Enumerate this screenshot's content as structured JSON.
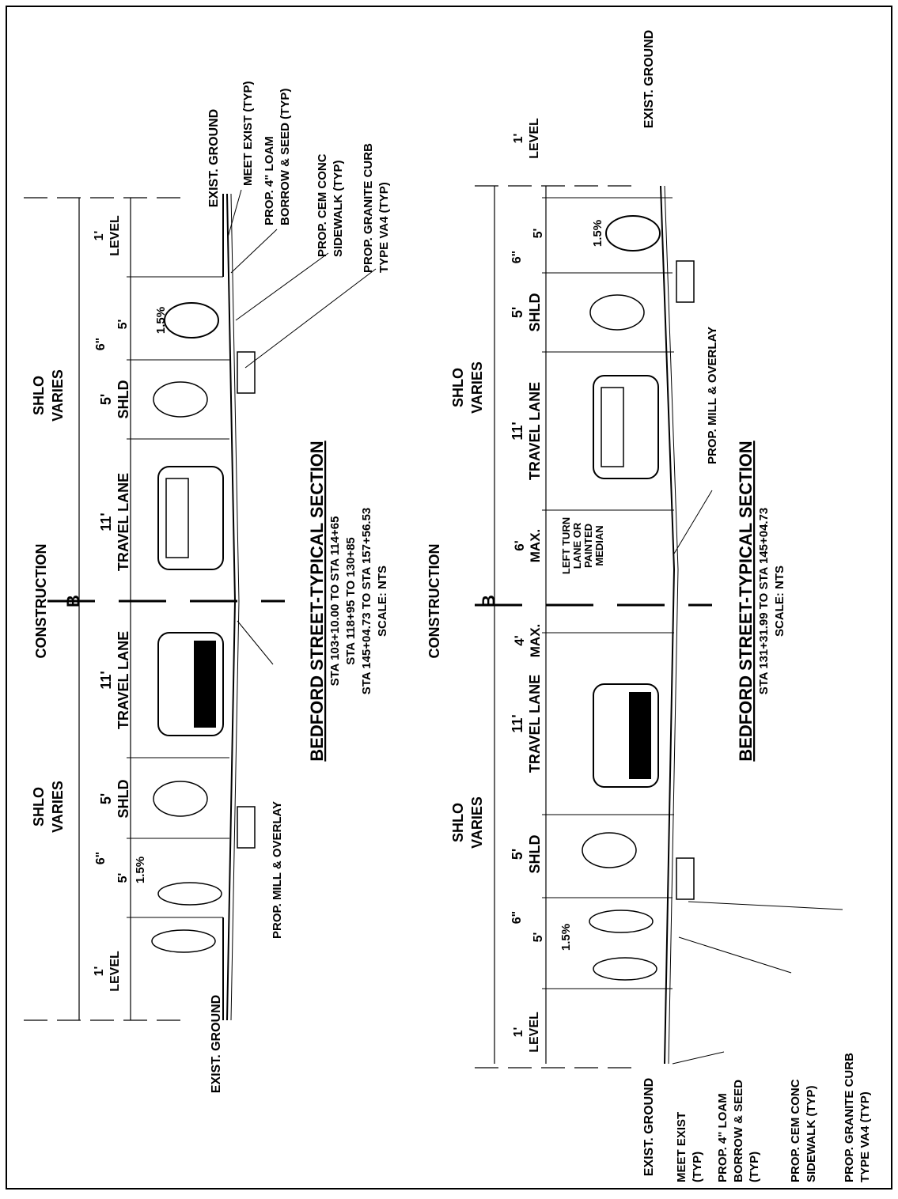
{
  "section_a": {
    "title": "BEDFORD STREET-TYPICAL SECTION",
    "sta_lines": [
      "STA 103+10.00 TO STA 114+65",
      "STA 118+95 TO 130+85",
      "STA 145+04.73 TO STA 157+56.53"
    ],
    "scale": "SCALE: NTS",
    "construction": "CONSTRUCTION",
    "baseline_symbol": "B",
    "labels": {
      "level_top": [
        "1'",
        "LEVEL"
      ],
      "walk_top": "5'",
      "curb_top": "6\"",
      "slope_top": "1.5%",
      "shld_top": [
        "5'",
        "SHLD"
      ],
      "travel_top": [
        "11'",
        "TRAVEL LANE"
      ],
      "travel_bottom": [
        "11'",
        "TRAVEL LANE"
      ],
      "shld_bottom": [
        "5'",
        "SHLD"
      ],
      "curb_bottom": "6\"",
      "walk_bottom": "5'",
      "slope_bottom": "1.5%",
      "level_bottom": [
        "1'",
        "LEVEL"
      ],
      "shlo_top": [
        "SHLO",
        "VARIES"
      ],
      "shlo_bottom": [
        "SHLO",
        "VARIES"
      ]
    },
    "callouts": [
      "MEET EXIST (TYP)",
      "PROP. 4\" LOAM",
      "BORROW & SEED (TYP)",
      "PROP. CEM CONC",
      "SIDEWALK (TYP)",
      "PROP. GRANITE CURB",
      "TYPE VA4 (TYP)",
      "PROP. MILL & OVERLAY"
    ],
    "exist_ground": [
      "EXIST. GROUND",
      "EXIST. GROUND"
    ]
  },
  "section_b": {
    "title": "BEDFORD STREET-TYPICAL SECTION",
    "sta_lines": [
      "STA 131+31.99 TO STA 145+04.73"
    ],
    "scale": "SCALE: NTS",
    "construction": "CONSTRUCTION",
    "baseline_symbol": "B",
    "labels": {
      "level_top": [
        "1'",
        "LEVEL"
      ],
      "walk_top": "5'",
      "curb_top": "6\"",
      "slope_top": "1.5%",
      "shld_top": [
        "5'",
        "SHLD"
      ],
      "travel_top": [
        "11'",
        "TRAVEL LANE"
      ],
      "median": [
        "6'",
        "MAX."
      ],
      "median_text": [
        "LEFT TURN",
        "LANE OR",
        "PAINTED",
        "MEDIAN"
      ],
      "median2": [
        "4'",
        "MAX."
      ],
      "travel_bottom": [
        "11'",
        "TRAVEL LANE"
      ],
      "shld_bottom": [
        "5'",
        "SHLD"
      ],
      "curb_bottom": "6\"",
      "walk_bottom": "5'",
      "slope_bottom": "1.5%",
      "level_bottom": [
        "1'",
        "LEVEL"
      ],
      "shlo_top": [
        "SHLO",
        "VARIES"
      ],
      "shlo_bottom": [
        "SHLO",
        "VARIES"
      ]
    },
    "callouts": [
      "PROP. MILL & OVERLAY",
      "MEET EXIST",
      "(TYP)",
      "PROP. 4\" LOAM",
      "BORROW & SEED",
      "(TYP)",
      "PROP. CEM CONC",
      "SIDEWALK (TYP)",
      "PROP. GRANITE CURB",
      "TYPE VA4 (TYP)"
    ],
    "exist_ground": [
      "EXIST. GROUND",
      "EXIST. GROUND"
    ]
  }
}
